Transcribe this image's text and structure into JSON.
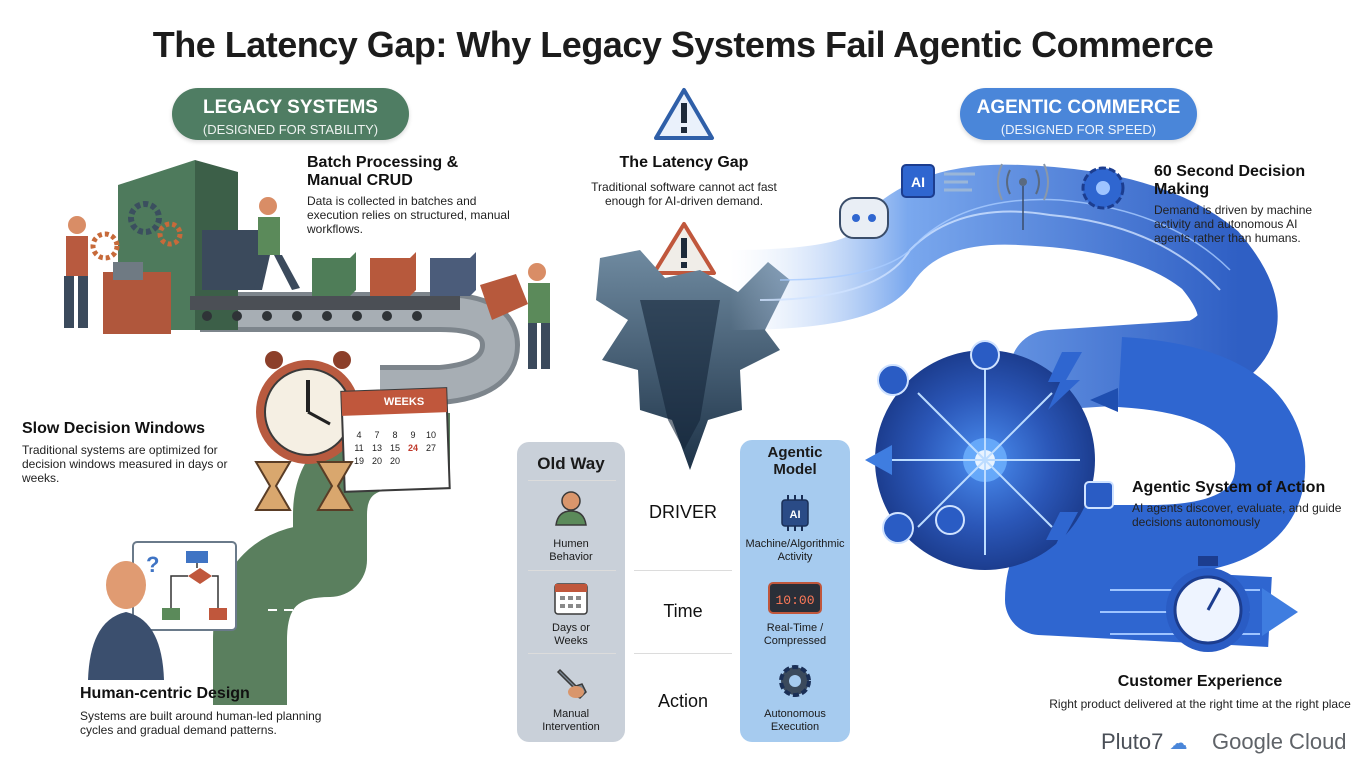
{
  "title": "The Latency Gap: Why Legacy Systems Fail Agentic Commerce",
  "legacy_pill": {
    "line1": "LEGACY SYSTEMS",
    "line2": "(DESIGNED FOR STABILITY)"
  },
  "agentic_pill": {
    "line1": "AGENTIC COMMERCE",
    "line2": "(DESIGNED FOR SPEED)"
  },
  "batch": {
    "heading_line1": "Batch Processing &",
    "heading_line2": "Manual CRUD",
    "desc": "Data is collected in batches and execution relies on structured, manual workflows."
  },
  "slow": {
    "heading": "Slow Decision Windows",
    "desc": "Traditional systems are optimized for decision windows measured in days or weeks."
  },
  "human": {
    "heading": "Human-centric Design",
    "desc": "Systems are built around human-led planning cycles and gradual demand patterns."
  },
  "gap": {
    "heading": "The Latency Gap",
    "desc": "Traditional software cannot act fast enough for AI-driven demand."
  },
  "sixty": {
    "heading_line1": "60 Second Decision",
    "heading_line2": "Making",
    "desc": "Demand is driven by machine activity and autonomous AI agents rather than humans."
  },
  "system": {
    "heading": "Agentic System of Action",
    "desc": "AI agents discover, evaluate, and guide decisions autonomously"
  },
  "customer": {
    "heading": "Customer Experience",
    "desc": "Right product delivered at the right time at the right place"
  },
  "calendar": {
    "label": "WEEKS",
    "days": [
      "4",
      "7",
      "8",
      "9",
      "10",
      "11",
      "13",
      "15",
      "24",
      "27",
      "19",
      "20",
      "20"
    ]
  },
  "comparison": {
    "old_head": "Old Way",
    "new_head_line1": "Agentic",
    "new_head_line2": "Model",
    "rows": [
      {
        "label": "DRIVER",
        "old_line1": "Humen",
        "old_line2": "Behavior",
        "new_line1": "Machine/Algorithmic",
        "new_line2": "Activity"
      },
      {
        "label": "Time",
        "old_line1": "Days or",
        "old_line2": "Weeks",
        "new_line1": "Real-Time /",
        "new_line2": "Compressed"
      },
      {
        "label": "Action",
        "old_line1": "Manual",
        "old_line2": "Intervention",
        "new_line1": "Autonomous",
        "new_line2": "Execution"
      }
    ],
    "ai_chip_text": "AI",
    "clock_text": "10:00"
  },
  "ai_badge": "AI",
  "brands": {
    "pluto": "Pluto7",
    "google_cloud": "Google Cloud"
  },
  "colors": {
    "legacy_green": "#4f7d63",
    "agentic_blue": "#4a86d9",
    "path_green": "#5a7f5e",
    "path_blue": "#2f66d0"
  }
}
